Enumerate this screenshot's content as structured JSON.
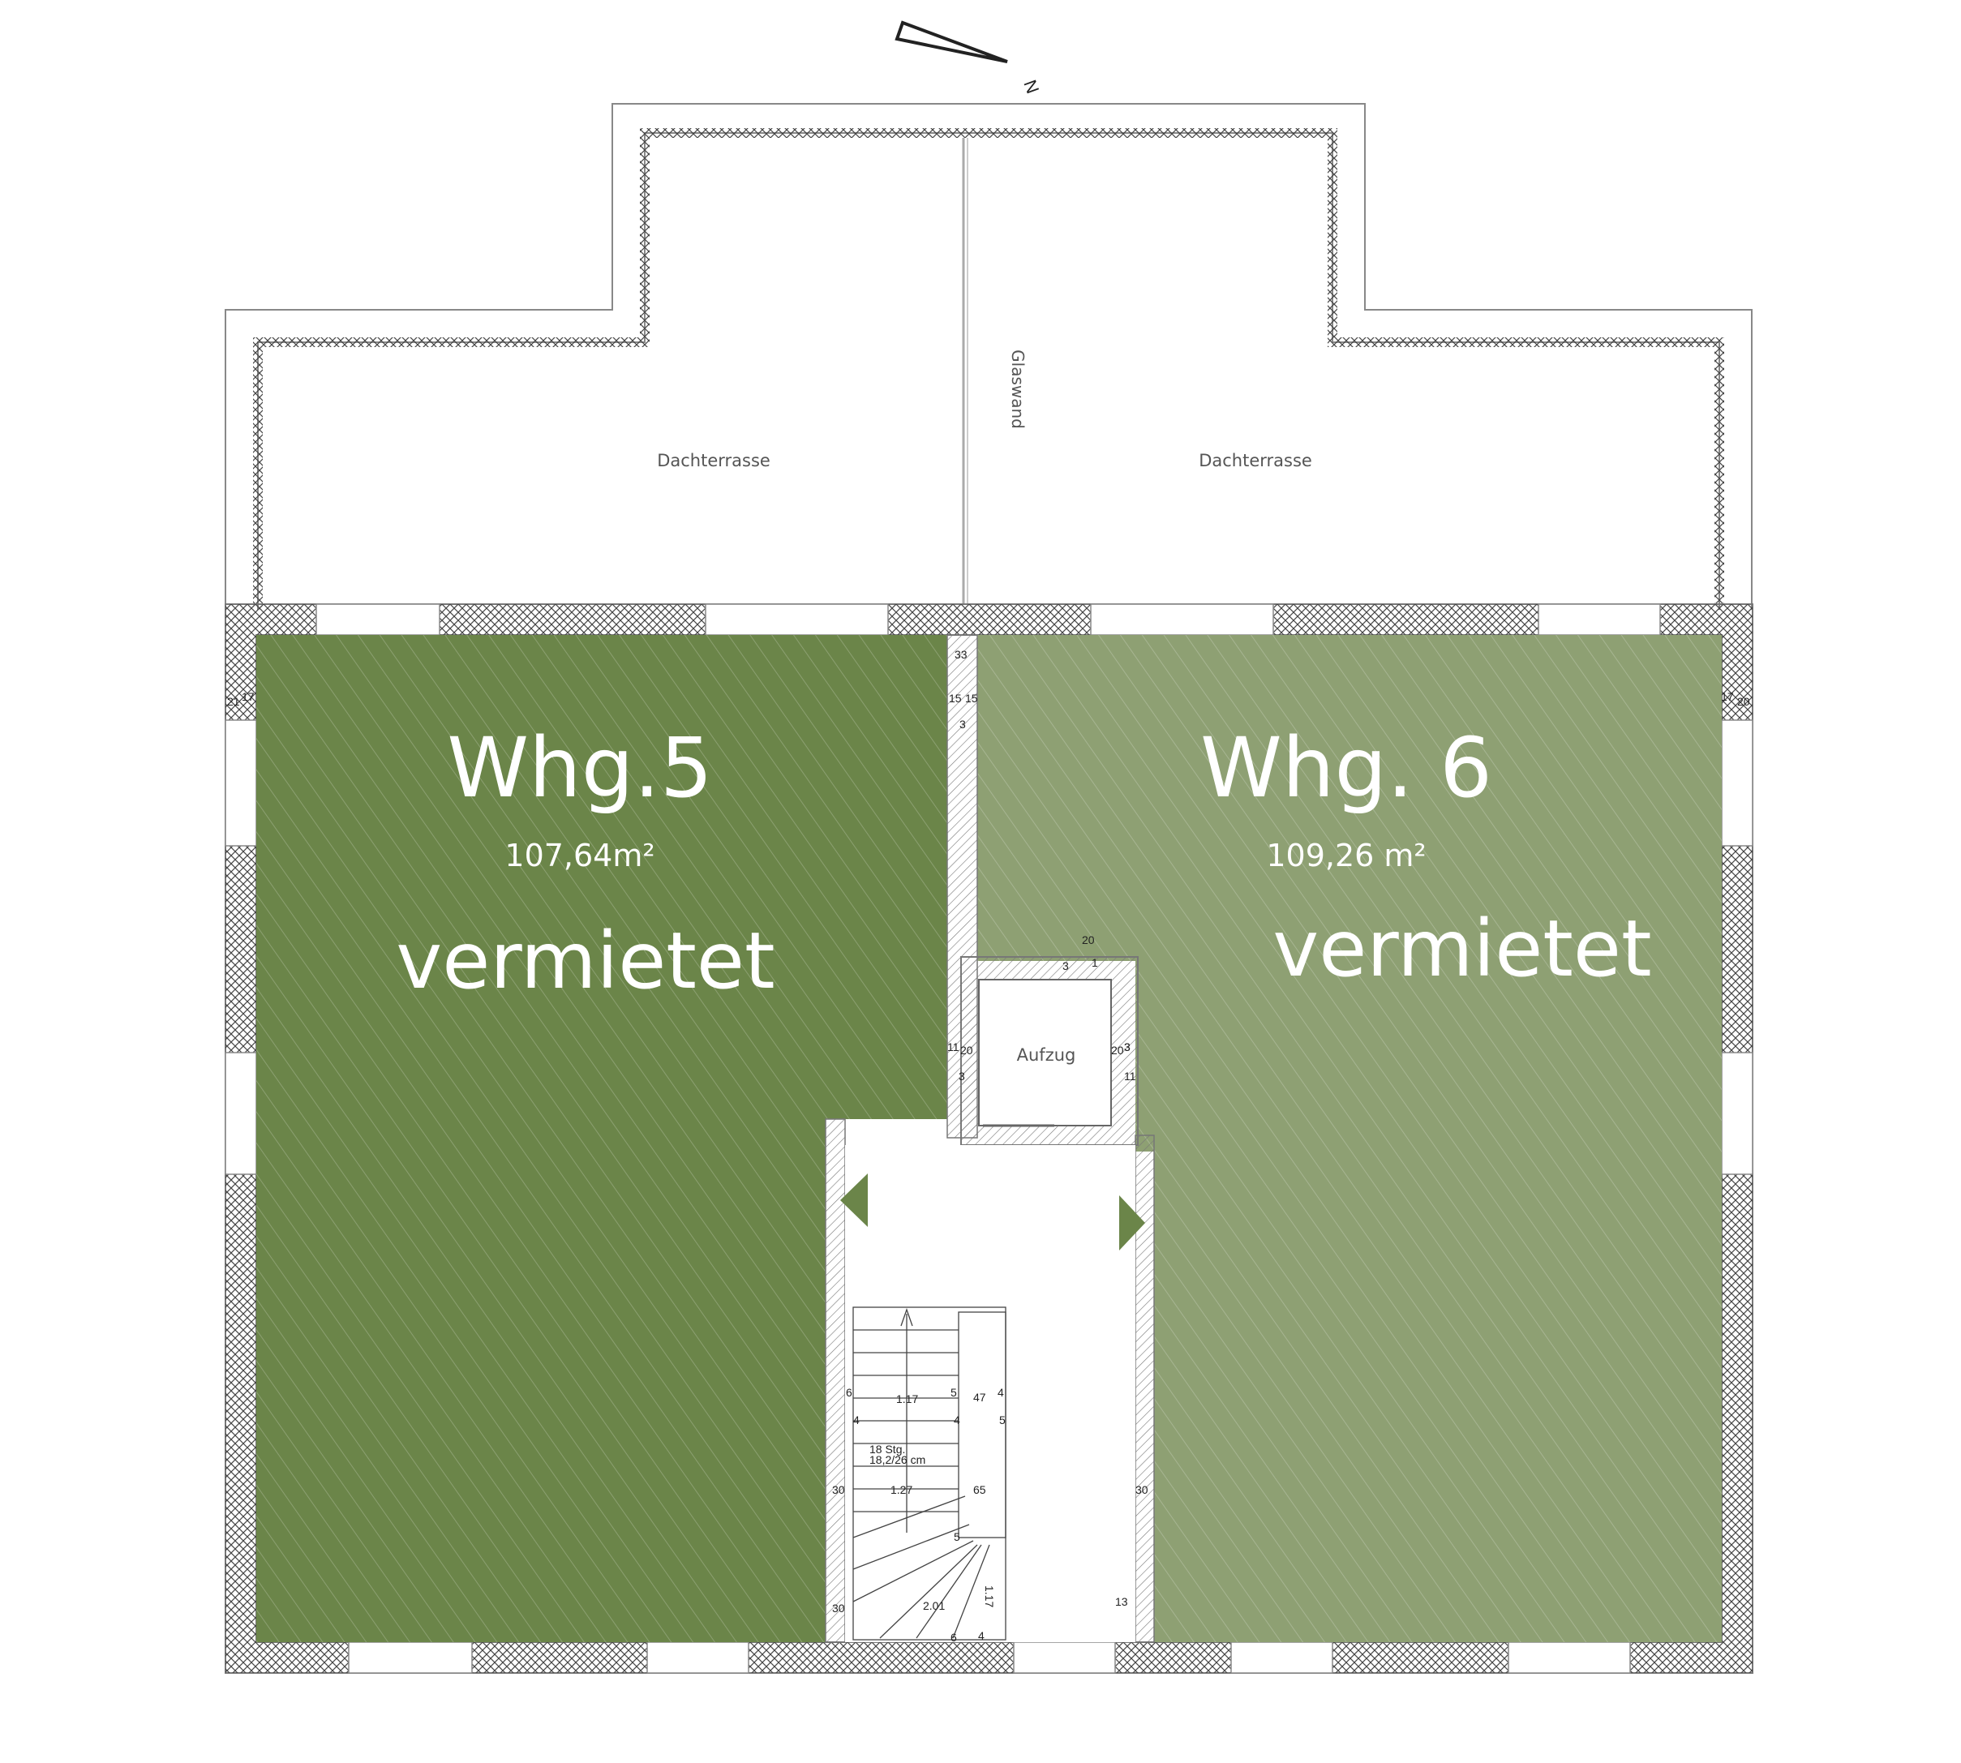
{
  "compass": {
    "north_label": "N"
  },
  "colors": {
    "apartment_5": "#6b8549",
    "apartment_6": "#8ea073",
    "wall_outline": "#777777",
    "text_light": "#ffffff",
    "text_dark": "#555555"
  },
  "terraces": [
    {
      "label": "Dachterrasse"
    },
    {
      "label": "Dachterrasse"
    }
  ],
  "glass_wall_label": "Glaswand",
  "elevator_label": "Aufzug",
  "apartments": [
    {
      "name": "Whg.5",
      "area": "107,64m²",
      "status": "vermietet"
    },
    {
      "name": "Whg. 6",
      "area": "109,26 m²",
      "status": "vermietet"
    }
  ],
  "stairs": {
    "steps_label": "18 Stg.",
    "step_size": "18,2/26 cm",
    "widths": [
      "1.17",
      "1.27",
      "2.01",
      "1.17"
    ],
    "dims": [
      "47",
      "65",
      "30",
      "30",
      "30",
      "13",
      "6",
      "4",
      "4",
      "5",
      "5",
      "5",
      "4",
      "4",
      "6"
    ]
  },
  "wall_dims": {
    "left": [
      "21",
      "17"
    ],
    "right": [
      "17",
      "20"
    ],
    "corridor": [
      "33",
      "15",
      "15",
      "3",
      "11",
      "20",
      "3",
      "3",
      "20",
      "3",
      "11",
      "1",
      "3",
      "20"
    ]
  }
}
